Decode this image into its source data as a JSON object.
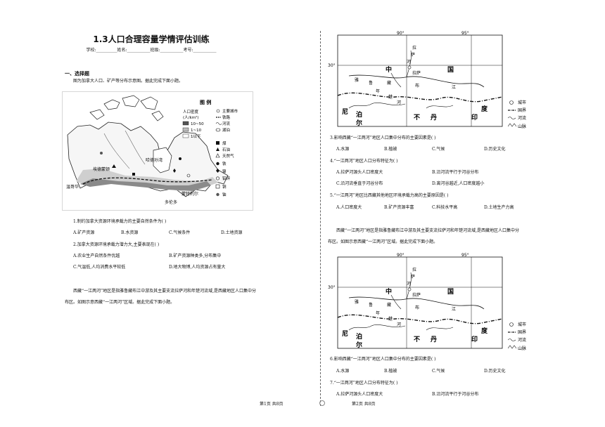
{
  "page_title": "1.3人口合理容量学情评估训练",
  "info_line": "学校:__________姓名:___________班级:___________考号:___________",
  "section_heading": "一、选择题",
  "intro1": "图为加拿大人口、矿产等分布示意图。据此完成下面小题。",
  "canada_map": {
    "legend_title": "图  例",
    "legend_density_label": "人口密度",
    "legend_density_unit": "(人/km²)",
    "legend_ranges": [
      "10~50",
      "1~10",
      "1以下"
    ],
    "legend_items": [
      "主要城市",
      "铁路",
      "河流",
      "湖泊",
      "煤",
      "石油",
      "天然气",
      "铁",
      "镍",
      "铅锌",
      "铜",
      "铀"
    ],
    "places": [
      "哈德孙湾",
      "埃德蒙顿",
      "温哥华",
      "蒙特利尔",
      "多伦多"
    ]
  },
  "left_questions": [
    {
      "stem": "1.制约加拿大资源环境承载力的主要自然条件为(    )",
      "options": [
        "A.矿产资源",
        "B.水资源",
        "C.气候条件",
        "D.土地资源"
      ]
    },
    {
      "stem": "2.加拿大资源环境承载力潜力大,主要表现在(    )",
      "options": [
        "A.农业生产自然条件优越",
        "B.矿产资源种类多,分布集中",
        "C.气温低,人均消费水平较低",
        "D.地大物博,人均资源占有量大"
      ]
    }
  ],
  "left_passage_l1": "西藏“一江两河”地区是指雅鲁藏布江中游及其主要支流拉萨河和年楚河流域,是西藏地区人口集中分",
  "left_passage_l2": "布区。如图示意西藏“一江两河”区域。据此完成下面小题。",
  "tibet_map": {
    "lon_labels": [
      "90°",
      "95°"
    ],
    "lat_label": "30°",
    "labels": [
      "中",
      "国",
      "拉萨",
      "雅",
      "鲁",
      "藏",
      "布",
      "江",
      "年",
      "楚",
      "河",
      "尼",
      "泊",
      "尔",
      "不",
      "丹",
      "印",
      "度",
      "拉",
      "萨",
      "河"
    ],
    "legend": [
      "城市",
      "国界",
      "河流",
      "山脉"
    ]
  },
  "right_q_set1": [
    {
      "stem": "3.影响西藏“一江两河”地区人口集中分布的主要因素是(    )",
      "options": [
        "A.水源",
        "B.植被",
        "C.气候",
        "D.历史文化"
      ]
    },
    {
      "stem": "4.“一江两河”地区人口分布特征为(    )",
      "options": [
        "A.拉萨河源头人口密度大",
        "B.沿河流平行于河谷分布",
        "C.沿河流垂直于河谷分布",
        "D.离河谷越近,人口密度越小"
      ]
    },
    {
      "stem": "5.“一江两河”地区比西藏其他地区环境承载力高的主要原因是(    )",
      "options": [
        "A.人口密度大",
        "B.矿产资源丰富",
        "C.科技水平高",
        "D.土地生产力高"
      ]
    }
  ],
  "right_passage_l1": "西藏“一江两河”地区是指雅鲁藏布江中游及其主要支流拉萨河和年楚河流域,是西藏地区人口集中分",
  "right_passage_l2": "布区。如图示意西藏“一江两河”区域。据此完成下面小题。",
  "right_q_set2": [
    {
      "stem": "6.影响西藏“一江两河”地区人口集中分布的主要因素是(    )",
      "options": [
        "A.水源",
        "B.植被",
        "C.气候",
        "D.历史文化"
      ]
    },
    {
      "stem": "7.“一江两河”地区人口分布特征为(    )",
      "options": [
        "A.拉萨河源头人口密度大",
        "B.沿河流平行于河谷分布"
      ]
    }
  ],
  "footer_left": "第1页 共8页",
  "footer_right": "第2页 共8页"
}
